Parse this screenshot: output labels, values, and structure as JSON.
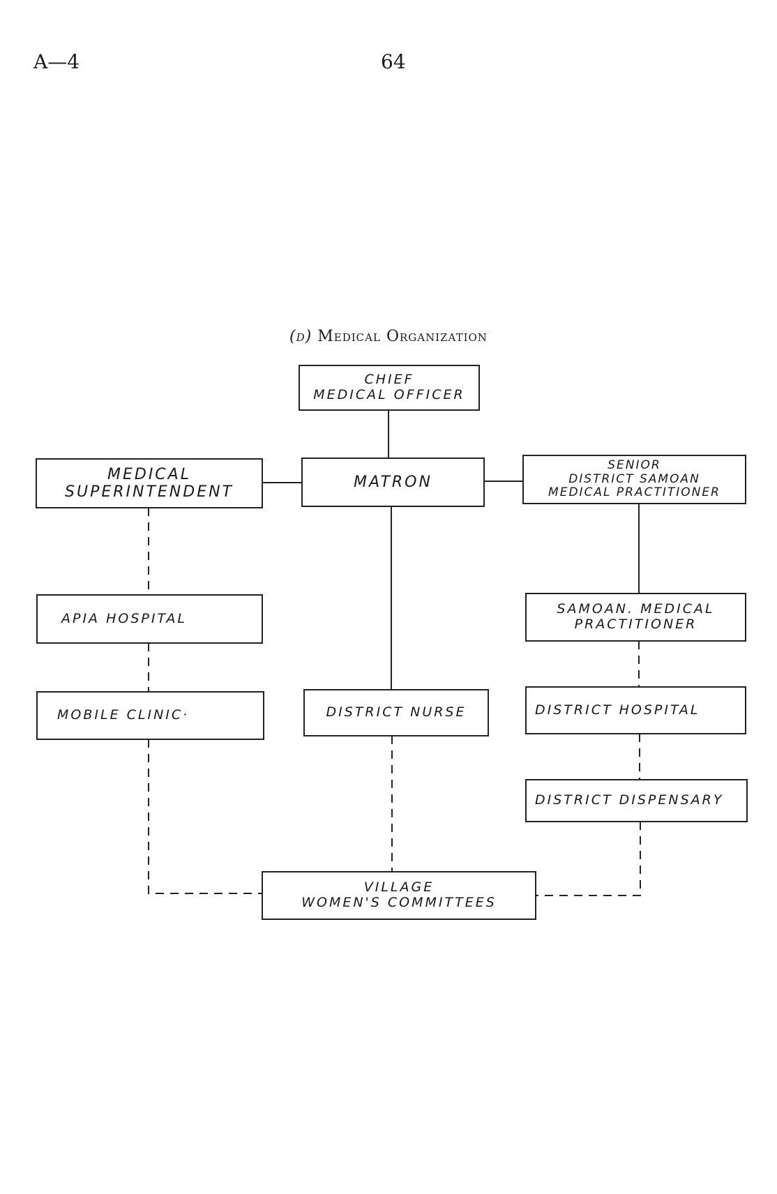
{
  "page": {
    "section_ref": "A—4",
    "page_number": "64"
  },
  "chart": {
    "title_prefix": "(d)",
    "title": "Medical Organization",
    "nodes": {
      "chief": {
        "lines": [
          "CHIEF",
          "MEDICAL OFFICER"
        ]
      },
      "med_supt": {
        "lines": [
          "MEDICAL",
          "SUPERINTENDENT"
        ]
      },
      "matron": {
        "lines": [
          "MATRON"
        ]
      },
      "senior_dsmp": {
        "lines": [
          "SENIOR",
          "DISTRICT SAMOAN",
          "MEDICAL PRACTITIONER"
        ]
      },
      "apia": {
        "lines": [
          "APIA  HOSPITAL"
        ]
      },
      "smp": {
        "lines": [
          "SAMOAN. MEDICAL",
          "PRACTITIONER"
        ]
      },
      "mobile": {
        "lines": [
          "MOBILE  CLINIC·"
        ]
      },
      "nurse": {
        "lines": [
          "DISTRICT NURSE"
        ]
      },
      "dist_hosp": {
        "lines": [
          "DISTRICT HOSPITAL"
        ]
      },
      "dispensary": {
        "lines": [
          "DISTRICT DISPENSARY"
        ]
      },
      "village": {
        "lines": [
          "VILLAGE",
          "WOMEN'S COMMITTEES"
        ]
      }
    },
    "edges": [
      {
        "from": "chief",
        "to": "matron",
        "style": "solid"
      },
      {
        "from": "med_supt",
        "to": "matron",
        "style": "solid"
      },
      {
        "from": "matron",
        "to": "senior_dsmp",
        "style": "solid"
      },
      {
        "from": "matron",
        "to": "nurse",
        "style": "solid"
      },
      {
        "from": "senior_dsmp",
        "to": "smp",
        "style": "solid"
      },
      {
        "from": "med_supt",
        "to": "apia",
        "style": "dashed"
      },
      {
        "from": "apia",
        "to": "mobile",
        "style": "dashed"
      },
      {
        "from": "mobile",
        "to": "village",
        "style": "dashed"
      },
      {
        "from": "nurse",
        "to": "village",
        "style": "dashed"
      },
      {
        "from": "smp",
        "to": "dist_hosp",
        "style": "dashed"
      },
      {
        "from": "dist_hosp",
        "to": "dispensary",
        "style": "dashed"
      },
      {
        "from": "dispensary",
        "to": "village",
        "style": "dashed"
      }
    ]
  }
}
